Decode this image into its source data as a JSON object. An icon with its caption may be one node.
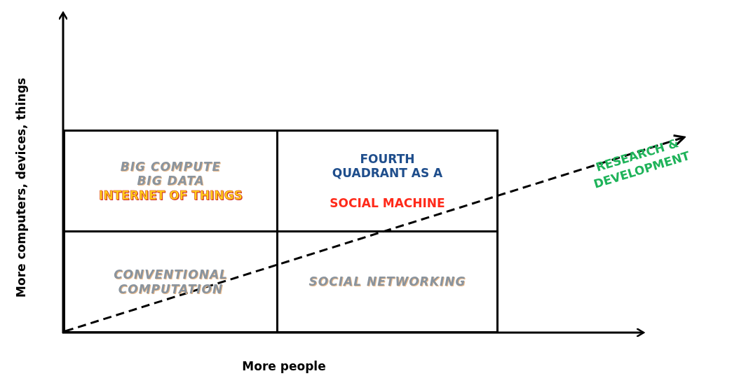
{
  "diagram": {
    "nodes": [
      {
        "text": [
          "BIG COMPUTE",
          "BIG DATA",
          "INTERNET OF THINGS"
        ]
      },
      {
        "text": [
          "FOURTH QUADRANT AS A",
          "SOCIAL MACHINE"
        ]
      },
      {
        "text": [
          "CONVENTIONAL COMPUTATION"
        ]
      },
      {
        "text": [
          "SOCIAL NETWORKING"
        ]
      }
    ],
    "labels": [
      "More computers, devices, things",
      "RESEARCH & DEVELOPMENT",
      "More people"
    ]
  }
}
